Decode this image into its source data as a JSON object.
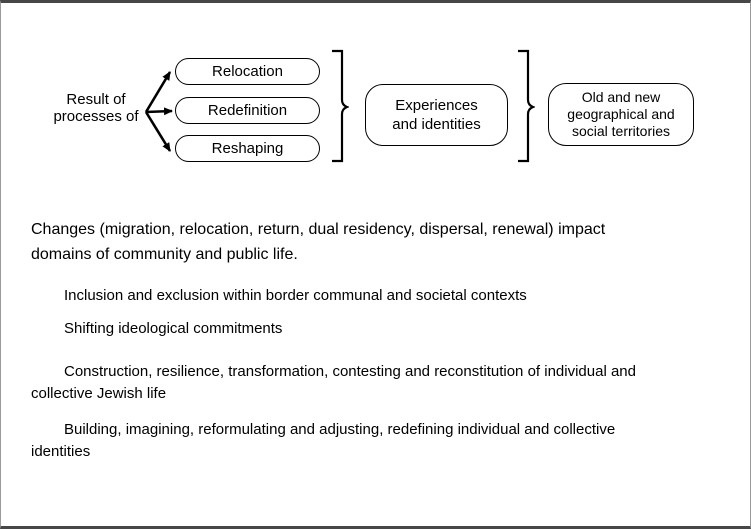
{
  "diagram": {
    "source_label": "Result of\nprocesses of",
    "process_boxes": [
      "Relocation",
      "Redefinition",
      "Reshaping"
    ],
    "middle_box": "Experiences\nand identities",
    "right_box": "Old and new\ngeographical and\nsocial territories"
  },
  "body": {
    "intro": "Changes (migration, relocation, return, dual residency, dispersal, renewal) impact\ndomains of community and public life.",
    "items": [
      "Inclusion and exclusion within border communal and societal contexts",
      "Shifting ideological commitments",
      "Construction, resilience, transformation, contesting and reconstitution of individual and\ncollective Jewish life",
      "Building, imagining, reformulating and adjusting, redefining individual and collective\nidentities"
    ]
  },
  "colors": {
    "ink": "#000000",
    "background": "#ffffff"
  }
}
